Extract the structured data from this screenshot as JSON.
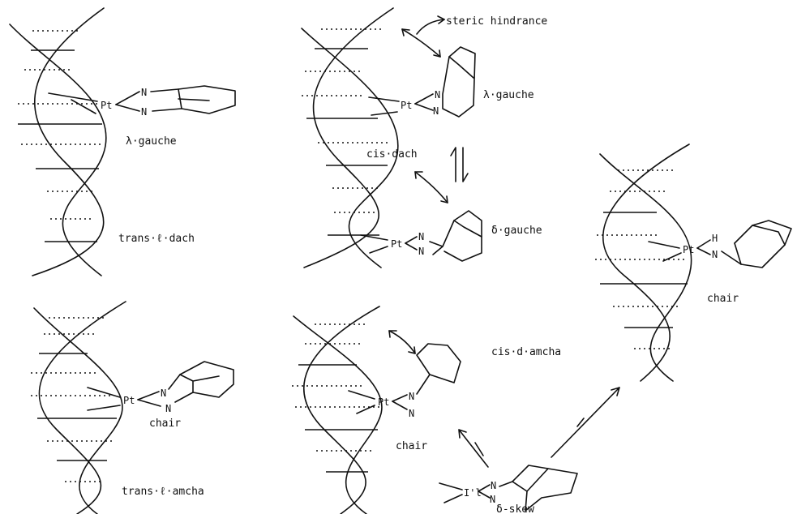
{
  "labels": {
    "steric": "steric hindrance",
    "lambda_gauche_1": "λ·gauche",
    "trans_l_dach": "trans·ℓ·dach",
    "lambda_gauche_2": "λ·gauche",
    "cis_dach": "cis·dach",
    "delta_gauche": "δ·gauche",
    "chair_1": "chair",
    "trans_l_amcha": "trans·ℓ·amcha",
    "chair_2": "chair",
    "cis_d_amcha": "cis·d·amcha",
    "delta_skew": "δ-skew",
    "chair_3": "chair"
  },
  "atoms": {
    "pt": "Pt",
    "n": "N",
    "h": "H",
    "pt_skew": "I'l"
  }
}
